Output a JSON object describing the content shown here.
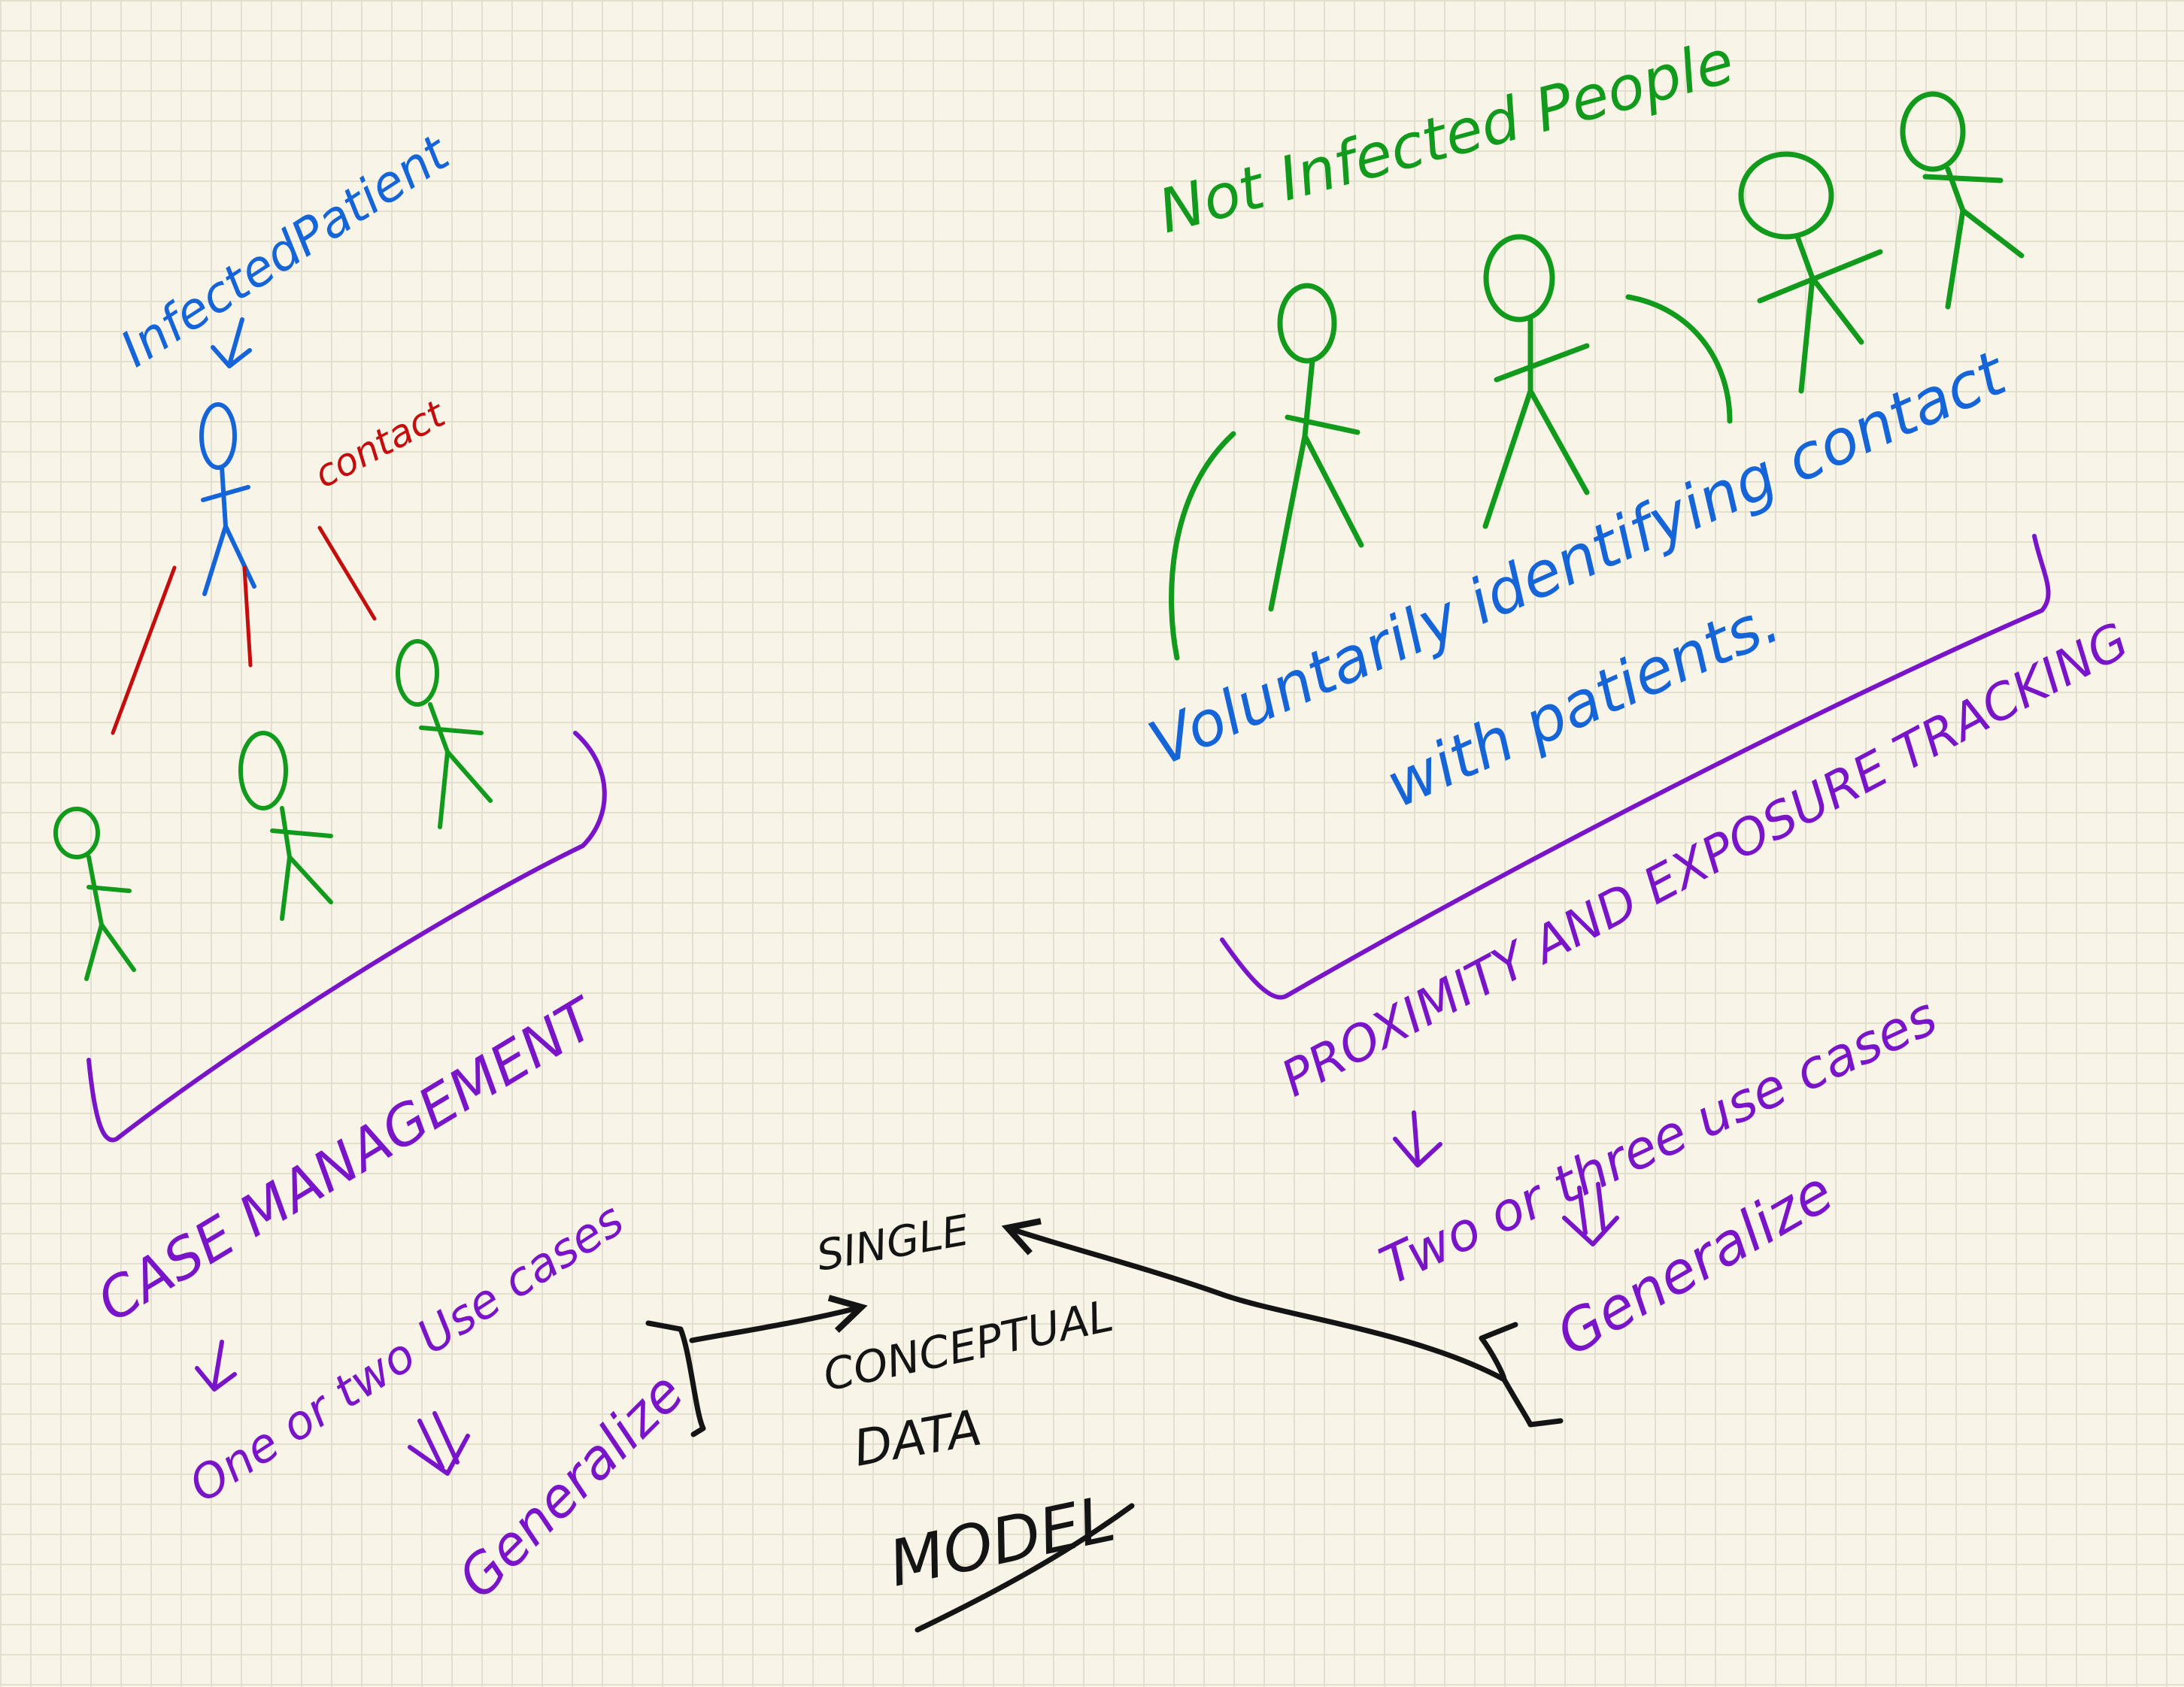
{
  "colors": {
    "blue": "#1565d8",
    "green": "#119a1c",
    "red": "#c40d0d",
    "purple": "#7a14c9",
    "black": "#141414"
  },
  "labels": {
    "infected_patient": "InfectedPatient",
    "contact": "contact",
    "not_infected_people": "Not Infected People",
    "voluntarily_line1": "Voluntarily identifying contact",
    "voluntarily_line2": "with patients.",
    "proximity_tracking": "PROXIMITY AND EXPOSURE TRACKING",
    "case_management": "CASE MANAGEMENT",
    "left_use_cases": "One or two Use cases",
    "right_use_cases": "Two or three use cases",
    "generalize_left": "Generalize",
    "generalize_right": "Generalize",
    "model_line1": "SINGLE",
    "model_line2": "CONCEPTUAL",
    "model_line3": "DATA",
    "model_line4": "MODEL"
  }
}
